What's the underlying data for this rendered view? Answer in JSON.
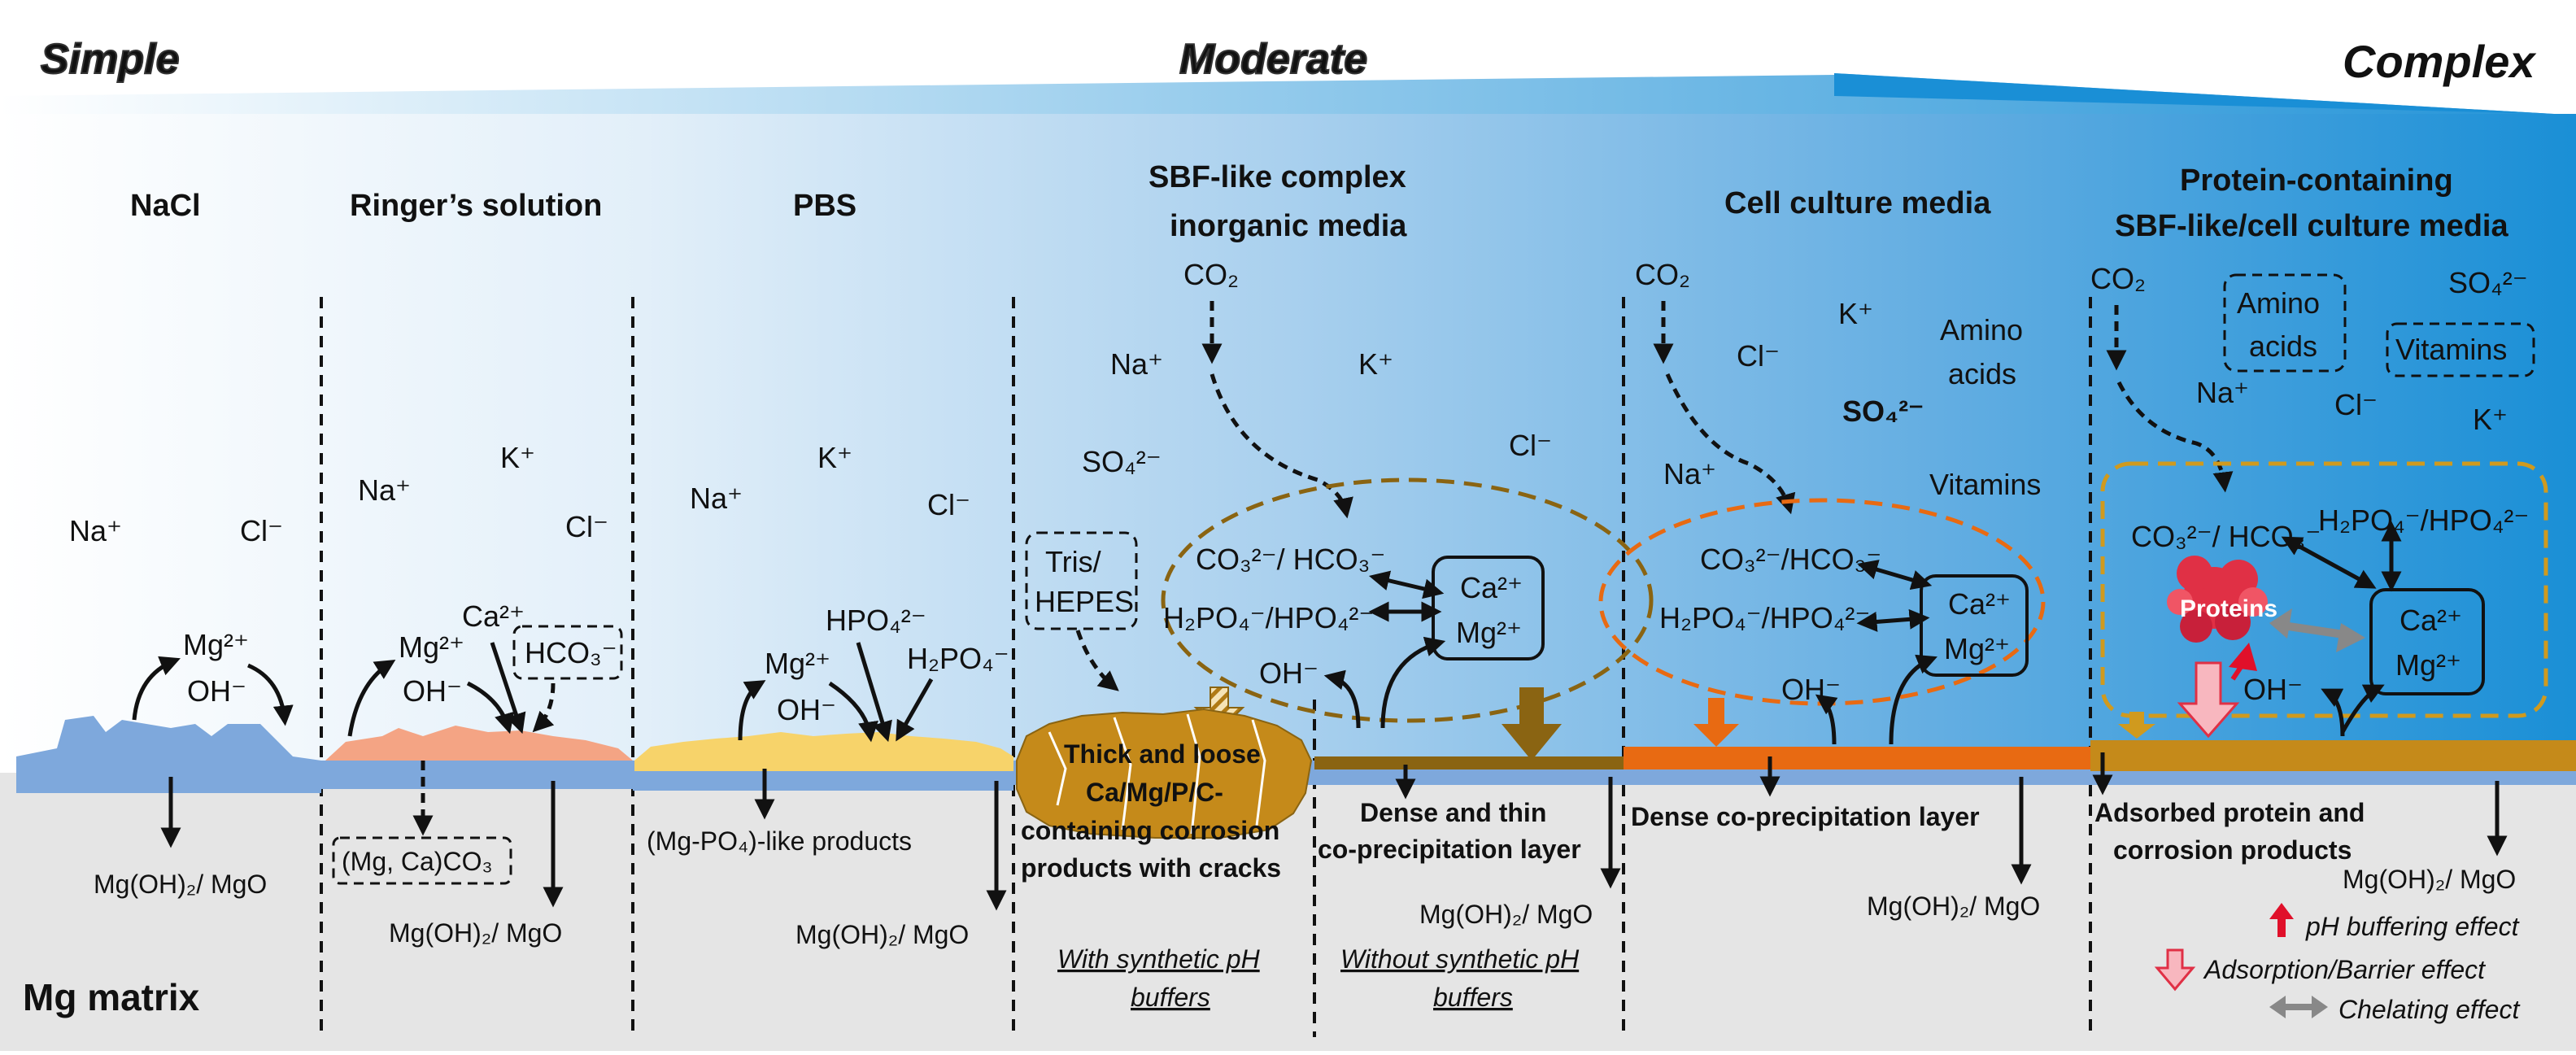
{
  "header": {
    "simple": "Simple",
    "moderate": "Moderate",
    "complex": "Complex"
  },
  "panels": [
    {
      "title": "NaCl"
    },
    {
      "title": "Ringer’s solution"
    },
    {
      "title": "PBS"
    },
    {
      "title_line1": "SBF-like complex",
      "title_line2": "inorganic media"
    },
    {
      "title": "Cell culture media"
    },
    {
      "title_line1": "Protein-containing",
      "title_line2": "SBF-like/cell culture media"
    }
  ],
  "matrix_label": "Mg matrix",
  "labels": {
    "mgoh": "Mg(OH)₂/ MgO",
    "mgca_co3": "(Mg, Ca)CO₃",
    "mgpo4": "(Mg-PO₄)-like products",
    "thick_loose_1": "Thick and loose",
    "thick_loose_2": "Ca/Mg/P/C-",
    "thick_loose_3": "containing corrosion",
    "thick_loose_4": "products with cracks",
    "dense_thin_1": "Dense and thin",
    "dense_thin_2": "co-precipitation layer",
    "dense_coprec": "Dense co-precipitation layer",
    "adsorbed_1": "Adsorbed protein and",
    "adsorbed_2": "corrosion products",
    "with_buffers_1": "With synthetic pH",
    "with_buffers_2": "buffers",
    "without_buffers_1": "Without synthetic pH",
    "without_buffers_2": "buffers",
    "tris_1": "Tris/",
    "tris_2": "HEPES",
    "amino_1": "Amino",
    "amino_2": "acids",
    "amino_acids_a": "Amino",
    "amino_acids_b": "acids",
    "vitamins": "Vitamins",
    "proteins": "Proteins"
  },
  "ions": {
    "na": "Na⁺",
    "cl": "Cl⁻",
    "k": "K⁺",
    "mg": "Mg²⁺",
    "oh": "OH⁻",
    "ca": "Ca²⁺",
    "hco3": "HCO₃⁻",
    "hpo4": "HPO₄²⁻",
    "h2po4": "H₂PO₄⁻",
    "so4": "SO₄²⁻",
    "co2": "CO₂",
    "co3_hco3": "CO₃²⁻/ HCO₃⁻",
    "h2po4_hpo4": "H₂PO₄⁻/HPO₄²⁻",
    "co3_hco3_b": "CO₃²⁻/HCO₃⁻"
  },
  "legend": {
    "ph": "pH buffering effect",
    "adsorption": "Adsorption/Barrier effect",
    "chelating": "Chelating effect"
  },
  "colors": {
    "matrix": "#e5e5e5",
    "mg_film": "#7ea8dc",
    "ringer_layer": "#f4a484",
    "pbs_layer": "#f7d36a",
    "sbf_product": "#c58a1a",
    "coprec_brown": "#8a6412",
    "cell_orange": "#e86a12",
    "protein_gold": "#d09a1e",
    "protein_red": "#e03045"
  }
}
